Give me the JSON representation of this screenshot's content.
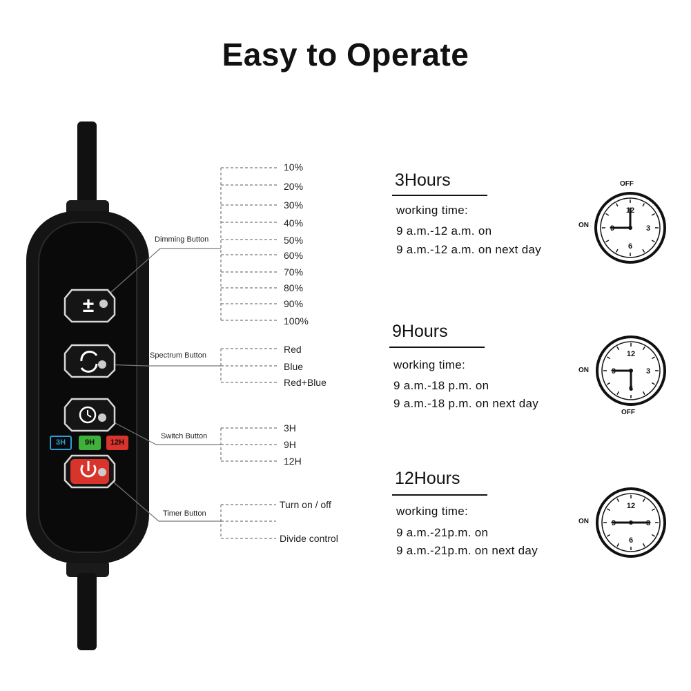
{
  "title": "Easy to Operate",
  "controller": {
    "dimming": {
      "label": "Dimming Button",
      "levels": [
        "10%",
        "20%",
        "30%",
        "40%",
        "50%",
        "60%",
        "70%",
        "80%",
        "90%",
        "100%"
      ]
    },
    "spectrum": {
      "label": "Spectrum Button",
      "options": [
        "Red",
        "Blue",
        "Red+Blue"
      ]
    },
    "switch": {
      "label": "Switch Button",
      "options": [
        "3H",
        "9H",
        "12H"
      ]
    },
    "timer": {
      "label": "Timer Button",
      "options": [
        "Turn on / off",
        "Divide control"
      ]
    },
    "indicators": [
      {
        "text": "3H",
        "color": "#2a9fd8"
      },
      {
        "text": "9H",
        "color": "#3fb13a"
      },
      {
        "text": "12H",
        "color": "#d8342c"
      }
    ],
    "power_color": "#d8342c"
  },
  "schedules": [
    {
      "title": "3Hours",
      "working_label": "working time:",
      "line1": "9 a.m.-12 a.m. on",
      "line2": "9 a.m.-12 a.m. on next day",
      "clock": {
        "on": "ON",
        "off": "OFF",
        "hour_hand_angle": 0,
        "minute_hand_angle": -90
      }
    },
    {
      "title": "9Hours",
      "working_label": "working time:",
      "line1": "9 a.m.-18 p.m. on",
      "line2": "9 a.m.-18 p.m. on next day",
      "clock": {
        "on": "ON",
        "off": "OFF",
        "hour_hand_angle": 180,
        "minute_hand_angle": -90
      }
    },
    {
      "title": "12Hours",
      "working_label": "working time:",
      "line1": "9 a.m.-21p.m. on",
      "line2": "9 a.m.-21p.m. on next day",
      "clock": {
        "on": "ON",
        "off": "",
        "hour_hand_angle": -90,
        "minute_hand_angle": 90
      }
    }
  ],
  "clock_numbers": [
    "12",
    "3",
    "6",
    "9"
  ]
}
